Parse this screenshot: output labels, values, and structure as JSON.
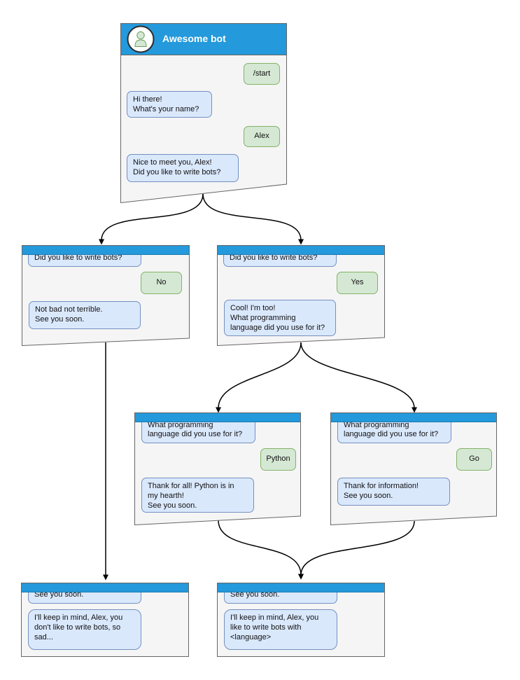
{
  "diagram": {
    "kind": "chatbot-conversation-flowchart",
    "bot_title": "Awesome bot"
  },
  "colors": {
    "header_blue": "#2499DB",
    "window_fill": "#F5F5F5",
    "window_stroke": "#666666",
    "bot_bubble_fill": "#DAE8FC",
    "bot_bubble_stroke": "#7490C0",
    "user_bubble_fill": "#D5E8D4",
    "user_bubble_stroke": "#82B366",
    "arrow": "#000000"
  },
  "windows": [
    {
      "id": "awesome-bot",
      "title": "Awesome bot",
      "messages": [
        {
          "from": "user",
          "text": "/start"
        },
        {
          "from": "bot",
          "text": "Hi there!\nWhat's your name?"
        },
        {
          "from": "user",
          "text": "Alex"
        },
        {
          "from": "bot",
          "text": "Nice to meet you, Alex!\nDid you like to write bots?"
        }
      ]
    },
    {
      "id": "branch-no",
      "messages": [
        {
          "from": "bot",
          "text": "Did you like to write bots?"
        },
        {
          "from": "user",
          "text": "No"
        },
        {
          "from": "bot",
          "text": "Not bad not terrible.\nSee you soon."
        }
      ]
    },
    {
      "id": "branch-yes",
      "messages": [
        {
          "from": "bot",
          "text": "Did you like to write bots?"
        },
        {
          "from": "user",
          "text": "Yes"
        },
        {
          "from": "bot",
          "text": "Cool! I'm too!\nWhat programming\nlanguage did you use for it?"
        }
      ]
    },
    {
      "id": "lang-python",
      "messages": [
        {
          "from": "bot",
          "text": "What programming\nlanguage did you use for it?"
        },
        {
          "from": "user",
          "text": "Python"
        },
        {
          "from": "bot",
          "text": "Thank for all! Python is in\nmy hearth!\nSee you soon."
        }
      ]
    },
    {
      "id": "lang-go",
      "messages": [
        {
          "from": "bot",
          "text": "What programming\nlanguage did you use for it?"
        },
        {
          "from": "user",
          "text": "Go"
        },
        {
          "from": "bot",
          "text": "Thank for information!\nSee you soon."
        }
      ]
    },
    {
      "id": "end-no",
      "messages": [
        {
          "from": "bot",
          "text": "See you soon."
        },
        {
          "from": "bot",
          "text": "I'll keep in mind, Alex, you\ndon't like to write bots, so\nsad..."
        }
      ]
    },
    {
      "id": "end-yes",
      "messages": [
        {
          "from": "bot",
          "text": "See you soon."
        },
        {
          "from": "bot",
          "text": "I'll keep in mind, Alex, you\nlike to write bots with\n<language>"
        }
      ]
    }
  ],
  "edges": [
    {
      "from": "awesome-bot",
      "to": "branch-no"
    },
    {
      "from": "awesome-bot",
      "to": "branch-yes"
    },
    {
      "from": "branch-no",
      "to": "end-no"
    },
    {
      "from": "branch-yes",
      "to": "lang-python"
    },
    {
      "from": "branch-yes",
      "to": "lang-go"
    },
    {
      "from": "lang-python",
      "to": "end-yes"
    },
    {
      "from": "lang-go",
      "to": "end-yes"
    }
  ]
}
